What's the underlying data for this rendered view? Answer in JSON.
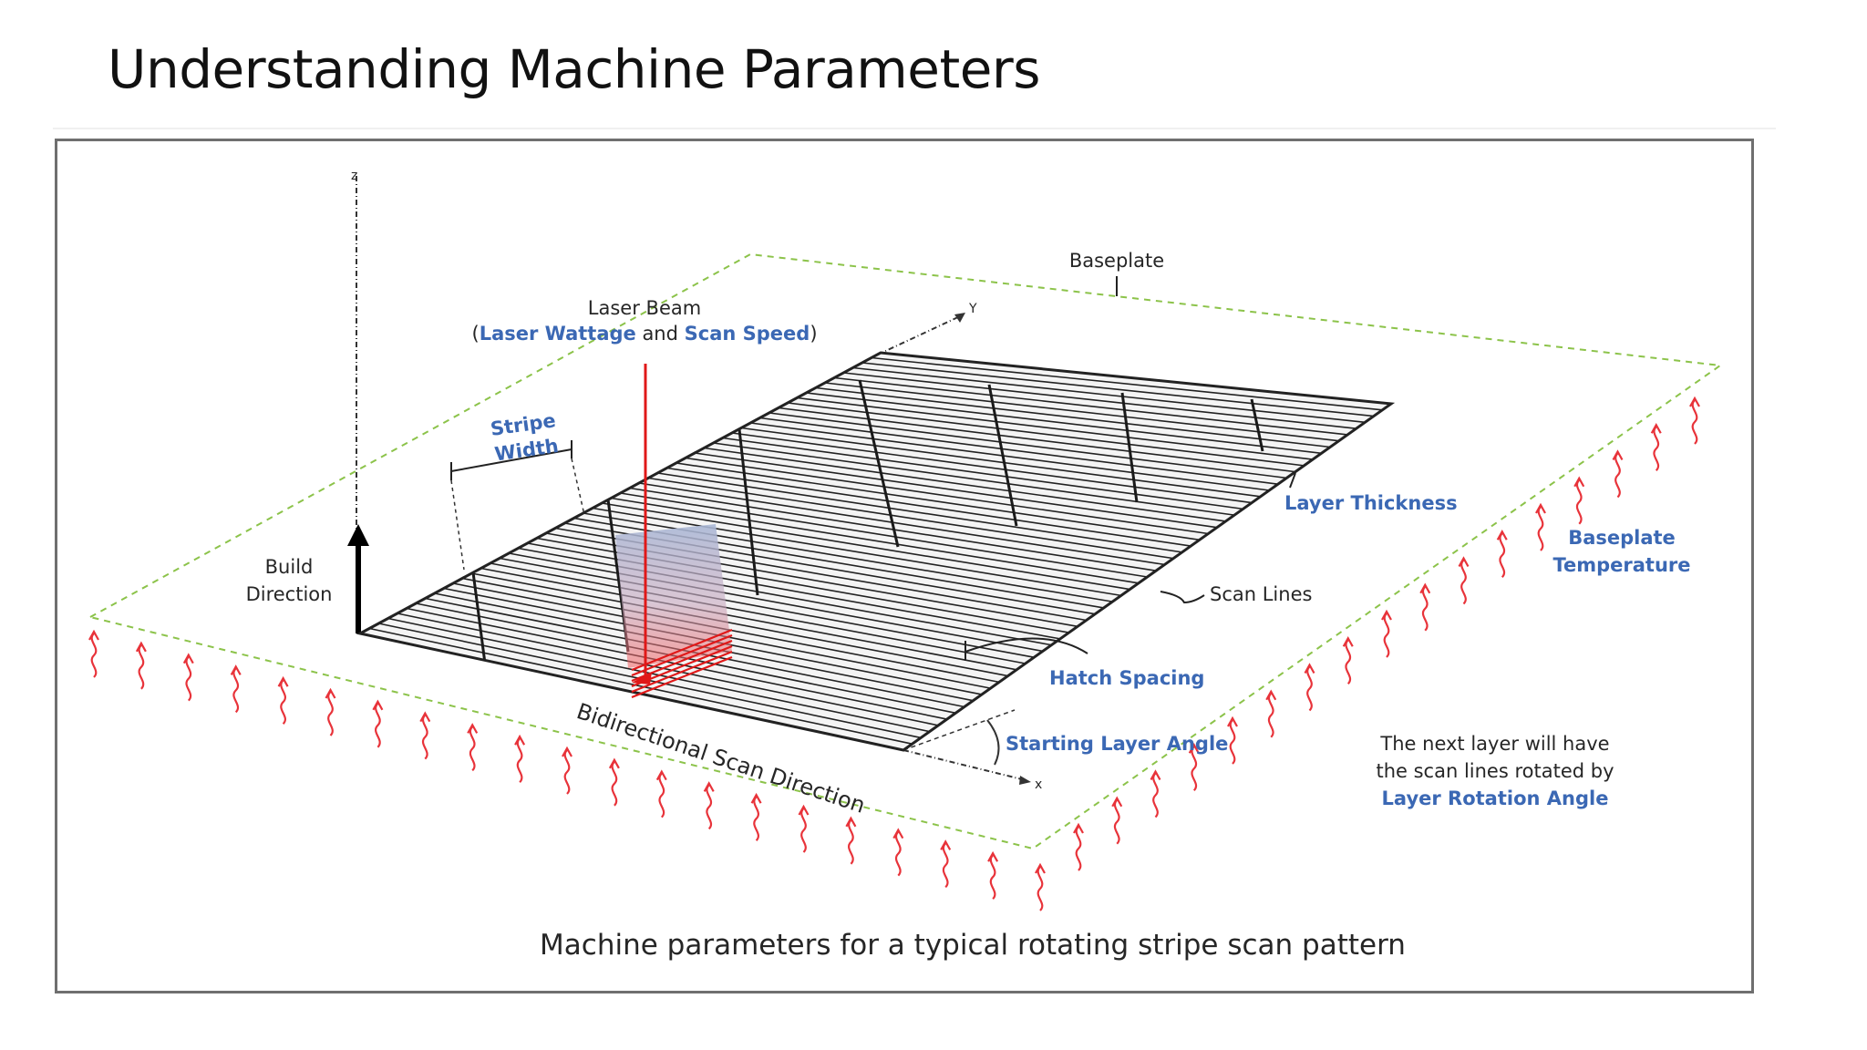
{
  "slide": {
    "title": "Understanding Machine Parameters"
  },
  "diagram": {
    "axes": {
      "z": "z",
      "y": "Y",
      "x": "x"
    },
    "labels": {
      "baseplate": "Baseplate",
      "laser_beam": "Laser Beam",
      "paren_open": "(",
      "laser_wattage": "Laser Wattage",
      "and_word": " and ",
      "scan_speed": "Scan Speed",
      "paren_close": ")",
      "stripe_width_line1": "Stripe",
      "stripe_width_line2": "Width",
      "build_direction_line1": "Build",
      "build_direction_line2": "Direction",
      "layer_thickness": "Layer Thickness",
      "baseplate_temperature_line1": "Baseplate",
      "baseplate_temperature_line2": "Temperature",
      "scan_lines": "Scan Lines",
      "hatch_spacing": "Hatch Spacing",
      "starting_layer_angle": "Starting Layer Angle",
      "bidirectional_scan_direction": "Bidirectional Scan Direction",
      "next_layer_line1": "The next layer will have",
      "next_layer_line2": "the scan lines rotated by",
      "layer_rotation_angle": "Layer Rotation Angle"
    },
    "caption": "Machine parameters for a typical rotating stripe scan pattern",
    "colors": {
      "parameter_text": "#3b68b4",
      "heat_arrows": "#e8333a",
      "baseplate_outline": "#8cc34a",
      "laser_beam": "#e01818",
      "hatch_lines": "#222222"
    }
  }
}
